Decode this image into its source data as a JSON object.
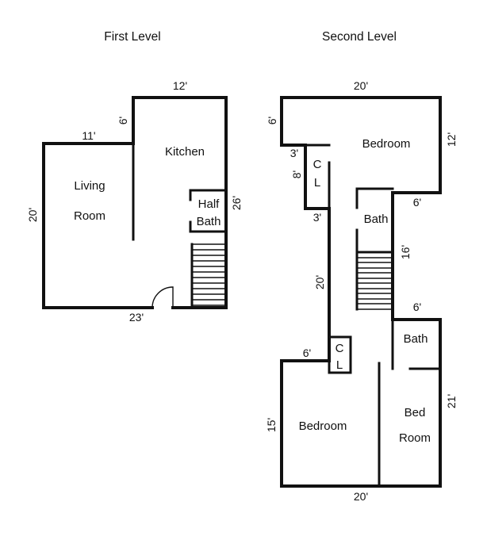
{
  "page": {
    "background": "#ffffff",
    "wall_color": "#111111"
  },
  "first_level": {
    "title": "First Level",
    "rooms": {
      "kitchen": "Kitchen",
      "living1": "Living",
      "living2": "Room",
      "half_bath1": "Half",
      "half_bath2": "Bath"
    },
    "dims": {
      "kitchen_width": "12'",
      "kitchen_left": "6'",
      "living_top": "11'",
      "left_side": "20'",
      "right_side": "26'",
      "bottom": "23'"
    }
  },
  "second_level": {
    "title": "Second Level",
    "rooms": {
      "bedroom_upper": "Bedroom",
      "closet_upper1": "C",
      "closet_upper2": "L",
      "bath_upper": "Bath",
      "bath_lower": "Bath",
      "closet_lower1": "C",
      "closet_lower2": "L",
      "bedroom_lower": "Bedroom",
      "bedroom_right1": "Bed",
      "bedroom_right2": "Room"
    },
    "dims": {
      "top": "20'",
      "upper_left": "6'",
      "closet_top": "3'",
      "closet_side": "8'",
      "closet_bottom": "3'",
      "upper_right": "12'",
      "notch_top": "6'",
      "notch_side": "16'",
      "hallway": "20'",
      "notch_bottom": "6'",
      "bedroom_top": "6'",
      "lower_left": "15'",
      "lower_right": "21'",
      "bottom": "20'"
    }
  }
}
